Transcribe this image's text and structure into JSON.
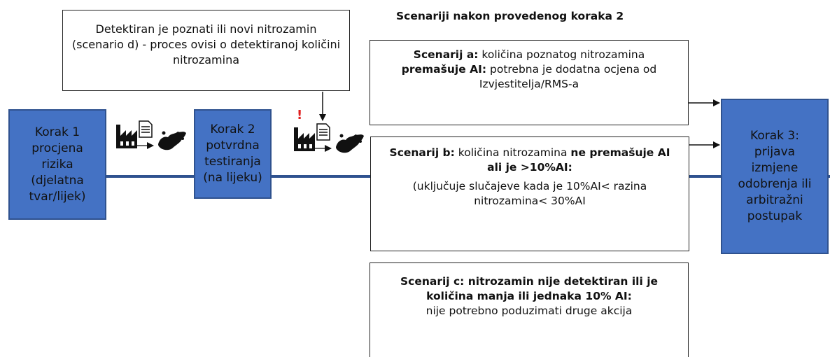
{
  "title": "Scenariji nakon provedenog koraka 2",
  "steps": [
    {
      "label": "Korak 1\nprocjena\nrizika\n(djelatna\ntvar/lijek)"
    },
    {
      "label": "Korak 2\npotvrdna\ntestiranja\n(na lijeku)"
    },
    {
      "label": "Korak 3:\nprijava\nizmjene\nodobrenja ili\narbitražni\npostupak"
    }
  ],
  "scenario_d": {
    "text": "Detektiran je poznati ili novi nitrozamin (scenario d) - proces ovisi o detektiranoj količini nitrozamina"
  },
  "scenario_a": {
    "bold1": "Scenarij a:",
    "t1": " količina poznatog nitrozamina ",
    "bold2": "premašuje AI:",
    "t2": " potrebna je dodatna ocjena od Izvjestitelja/RMS-a"
  },
  "scenario_b": {
    "bold1": "Scenarij b:",
    "t1": " količina nitrozamina ",
    "bold2": "ne premašuje AI ali je >10%AI:",
    "t2": "(uključuje slučajeve kada je 10%AI< razina nitrozamina< 30%AI"
  },
  "scenario_c": {
    "bold1": "Scenarij c: nitrozamin nije detektiran ili je količina manja ili jednaka 10% AI:",
    "t1": "nije potrebno poduzimati druge akcija"
  },
  "warning_mark": "!",
  "icons": [
    "factory-icon",
    "document-icon",
    "europe-map-icon"
  ],
  "colors": {
    "step_fill": "#4472c4",
    "step_border": "#2f528f",
    "line": "#2f528f",
    "warning": "#e02020"
  }
}
